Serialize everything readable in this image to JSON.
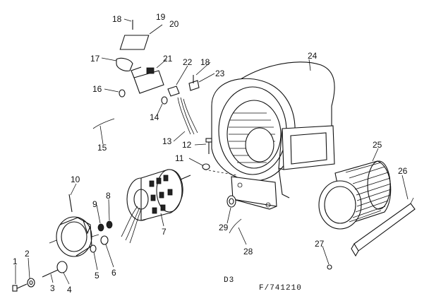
{
  "parts": [
    {
      "id": "p1",
      "text": "1"
    },
    {
      "id": "p2",
      "text": "2"
    },
    {
      "id": "p3",
      "text": "3"
    },
    {
      "id": "p4",
      "text": "4"
    },
    {
      "id": "p5",
      "text": "5"
    },
    {
      "id": "p6",
      "text": "6"
    },
    {
      "id": "p7",
      "text": "7"
    },
    {
      "id": "p8",
      "text": "8"
    },
    {
      "id": "p9",
      "text": "9"
    },
    {
      "id": "p10",
      "text": "10"
    },
    {
      "id": "p11",
      "text": "11"
    },
    {
      "id": "p12",
      "text": "12"
    },
    {
      "id": "p13",
      "text": "13"
    },
    {
      "id": "p14",
      "text": "14"
    },
    {
      "id": "p15",
      "text": "15"
    },
    {
      "id": "p16",
      "text": "16"
    },
    {
      "id": "p17",
      "text": "17"
    },
    {
      "id": "p18a",
      "text": "18"
    },
    {
      "id": "p18b",
      "text": "18"
    },
    {
      "id": "p19",
      "text": "19"
    },
    {
      "id": "p20",
      "text": "20"
    },
    {
      "id": "p21",
      "text": "21"
    },
    {
      "id": "p22",
      "text": "22"
    },
    {
      "id": "p23",
      "text": "23"
    },
    {
      "id": "p24",
      "text": "24"
    },
    {
      "id": "p25",
      "text": "25"
    },
    {
      "id": "p26",
      "text": "26"
    },
    {
      "id": "p27",
      "text": "27"
    },
    {
      "id": "p28",
      "text": "28"
    },
    {
      "id": "p29",
      "text": "29"
    }
  ],
  "footer": {
    "code": "D3",
    "figure": "F/741210"
  }
}
